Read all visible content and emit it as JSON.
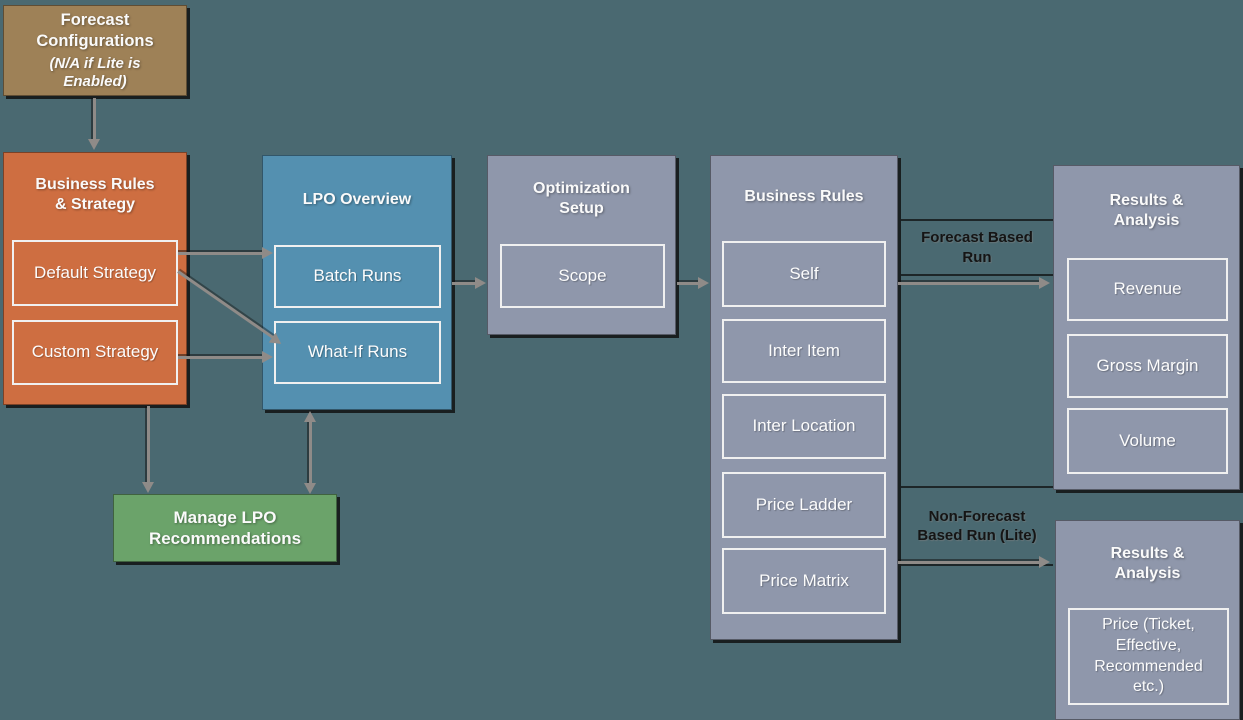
{
  "diagram": {
    "background_color": "#4A6971",
    "arrow_color": "#8F8B88",
    "nodes": {
      "forecast_config": {
        "title": "Forecast Configurations",
        "subtitle": "(N/A if Lite is Enabled)",
        "color": "#9E8157"
      },
      "strategy": {
        "title": "Business Rules & Strategy",
        "color": "#CE6E41",
        "items": [
          "Default Strategy",
          "Custom Strategy"
        ]
      },
      "lpo_overview": {
        "title": "LPO Overview",
        "color": "#5490B0",
        "items": [
          "Batch Runs",
          "What-If Runs"
        ]
      },
      "optimization_setup": {
        "title": "Optimization Setup",
        "color": "#8F97AB",
        "items": [
          "Scope"
        ]
      },
      "business_rules": {
        "title": "Business Rules",
        "color": "#8F97AB",
        "items": [
          "Self",
          "Inter Item",
          "Inter Location",
          "Price Ladder",
          "Price Matrix"
        ]
      },
      "results_forecast": {
        "title": "Results & Analysis",
        "color": "#8F97AB",
        "items": [
          "Revenue",
          "Gross Margin",
          "Volume"
        ]
      },
      "results_lite": {
        "title": "Results & Analysis",
        "color": "#8F97AB",
        "items": [
          "Price (Ticket, Effective, Recommended etc.)"
        ]
      },
      "manage_lpo": {
        "title": "Manage LPO Recommendations",
        "color": "#6BA36A"
      }
    },
    "edge_labels": {
      "forecast_run": "Forecast Based Run",
      "non_forecast_run": "Non-Forecast Based Run (Lite)"
    }
  }
}
